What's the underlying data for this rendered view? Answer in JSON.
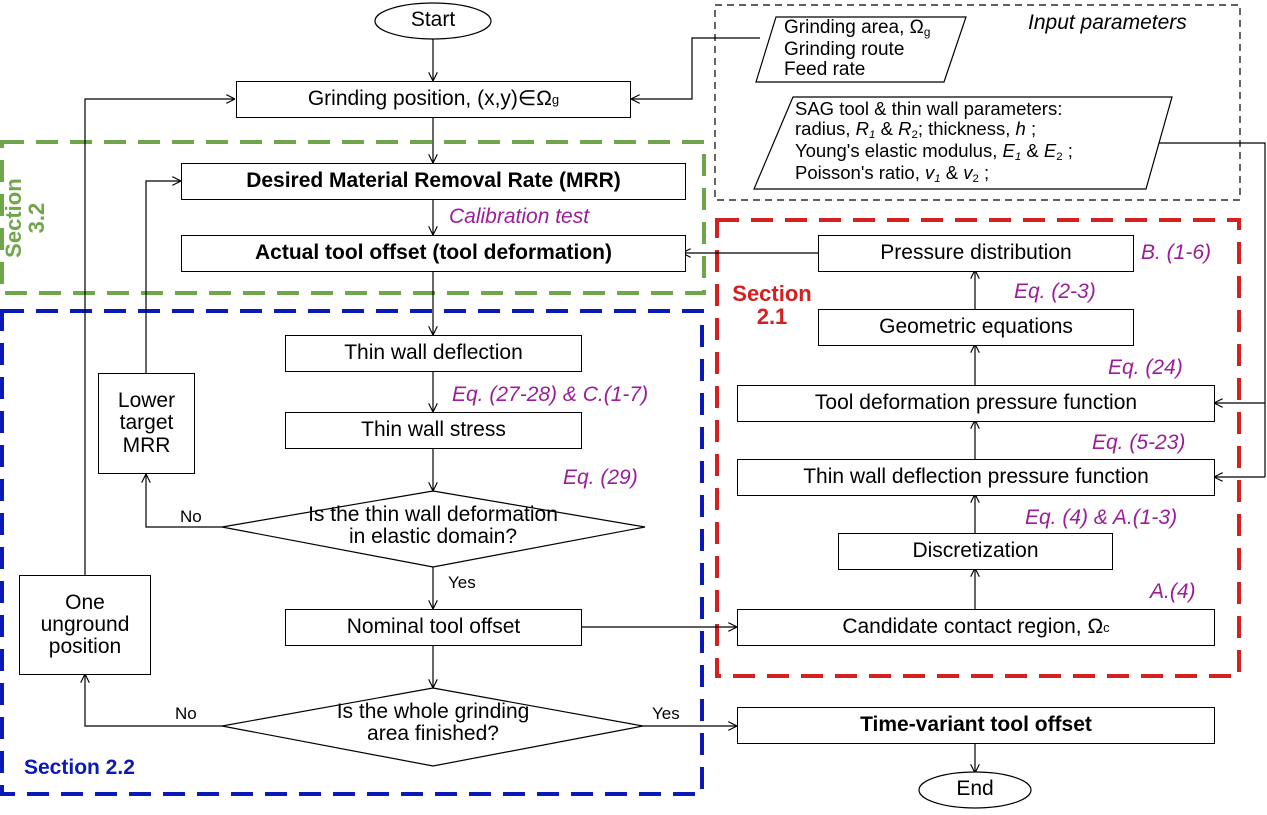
{
  "title": "Flowchart of time-variant tool offset computation for SAG grinding of thin walls",
  "terminals": {
    "start": "Start",
    "end": "End"
  },
  "input_parameters": {
    "heading": "Input parameters",
    "path_block": {
      "line1_prefix": "Grinding area, Ω",
      "line1_sub": "g",
      "line2": "Grinding route",
      "line3": "Feed rate"
    },
    "tool_block": {
      "line1": "SAG tool & thin wall parameters:",
      "line2_a": "radius, ",
      "R": "R",
      "sub1": "1",
      "sub2": "2",
      "amp": " & ",
      "line2_b": "; thickness, ",
      "h": "h",
      "line2_c": " ;",
      "line3_a": "Young's elastic modulus, ",
      "E": "E",
      "line3_c": " ;",
      "line4_a": "Poisson's ratio, ",
      "v": "v",
      "line4_c": " ;"
    }
  },
  "main_flow": {
    "grinding_position_prefix": "Grinding position, (x,y)∈Ω",
    "grinding_position_sub": "g",
    "desired_mrr": "Desired Material Removal Rate (MRR)",
    "calibration_label": "Calibration test",
    "actual_tool_offset": "Actual tool offset  (tool deformation)",
    "thin_wall_deflection": "Thin wall deflection",
    "eq_27_28": "Eq. (27-28) & C.(1-7)",
    "thin_wall_stress": "Thin wall stress",
    "eq_29": "Eq. (29)",
    "decision_elastic_line1": "Is the thin wall deformation",
    "decision_elastic_line2": "in elastic domain?",
    "no_label_1": "No",
    "yes_label_1": "Yes",
    "lower_target_mrr": [
      "Lower",
      "target",
      "MRR"
    ],
    "nominal_tool_offset": "Nominal tool offset",
    "decision_finished_line1": "Is the whole grinding",
    "decision_finished_line2": "area finished?",
    "no_label_2": "No",
    "yes_label_2": "Yes",
    "one_unground_position": [
      "One",
      "unground",
      "position"
    ],
    "time_variant_tool_offset": "Time-variant tool offset"
  },
  "section_2_1": {
    "label_line1": "Section",
    "label_line2": "2.1",
    "pressure_distribution": "Pressure distribution",
    "eq_b_1_6": "B. (1-6)",
    "eq_2_3": "Eq. (2-3)",
    "geometric_equations": "Geometric equations",
    "eq_24": "Eq. (24)",
    "tool_deformation_pressure_function": "Tool deformation pressure function",
    "eq_5_23": "Eq. (5-23)",
    "thin_wall_deflection_pressure_function": "Thin wall deflection pressure function",
    "eq_4_a_1_3": "Eq. (4) & A.(1-3)",
    "discretization": "Discretization",
    "eq_a_4": "A.(4)",
    "candidate_contact_region_prefix": "Candidate contact region, Ω",
    "candidate_contact_region_sub": "c"
  },
  "section_3_2": {
    "label_line1": "Section",
    "label_line2": "3.2"
  },
  "section_2_2": {
    "label": "Section 2.2"
  },
  "colors": {
    "section_3_2": "#70a64a",
    "section_2_1": "#d42020",
    "section_2_2": "#0a19b8",
    "equation_text": "#9b1d9a",
    "input_frame": "#000000"
  }
}
